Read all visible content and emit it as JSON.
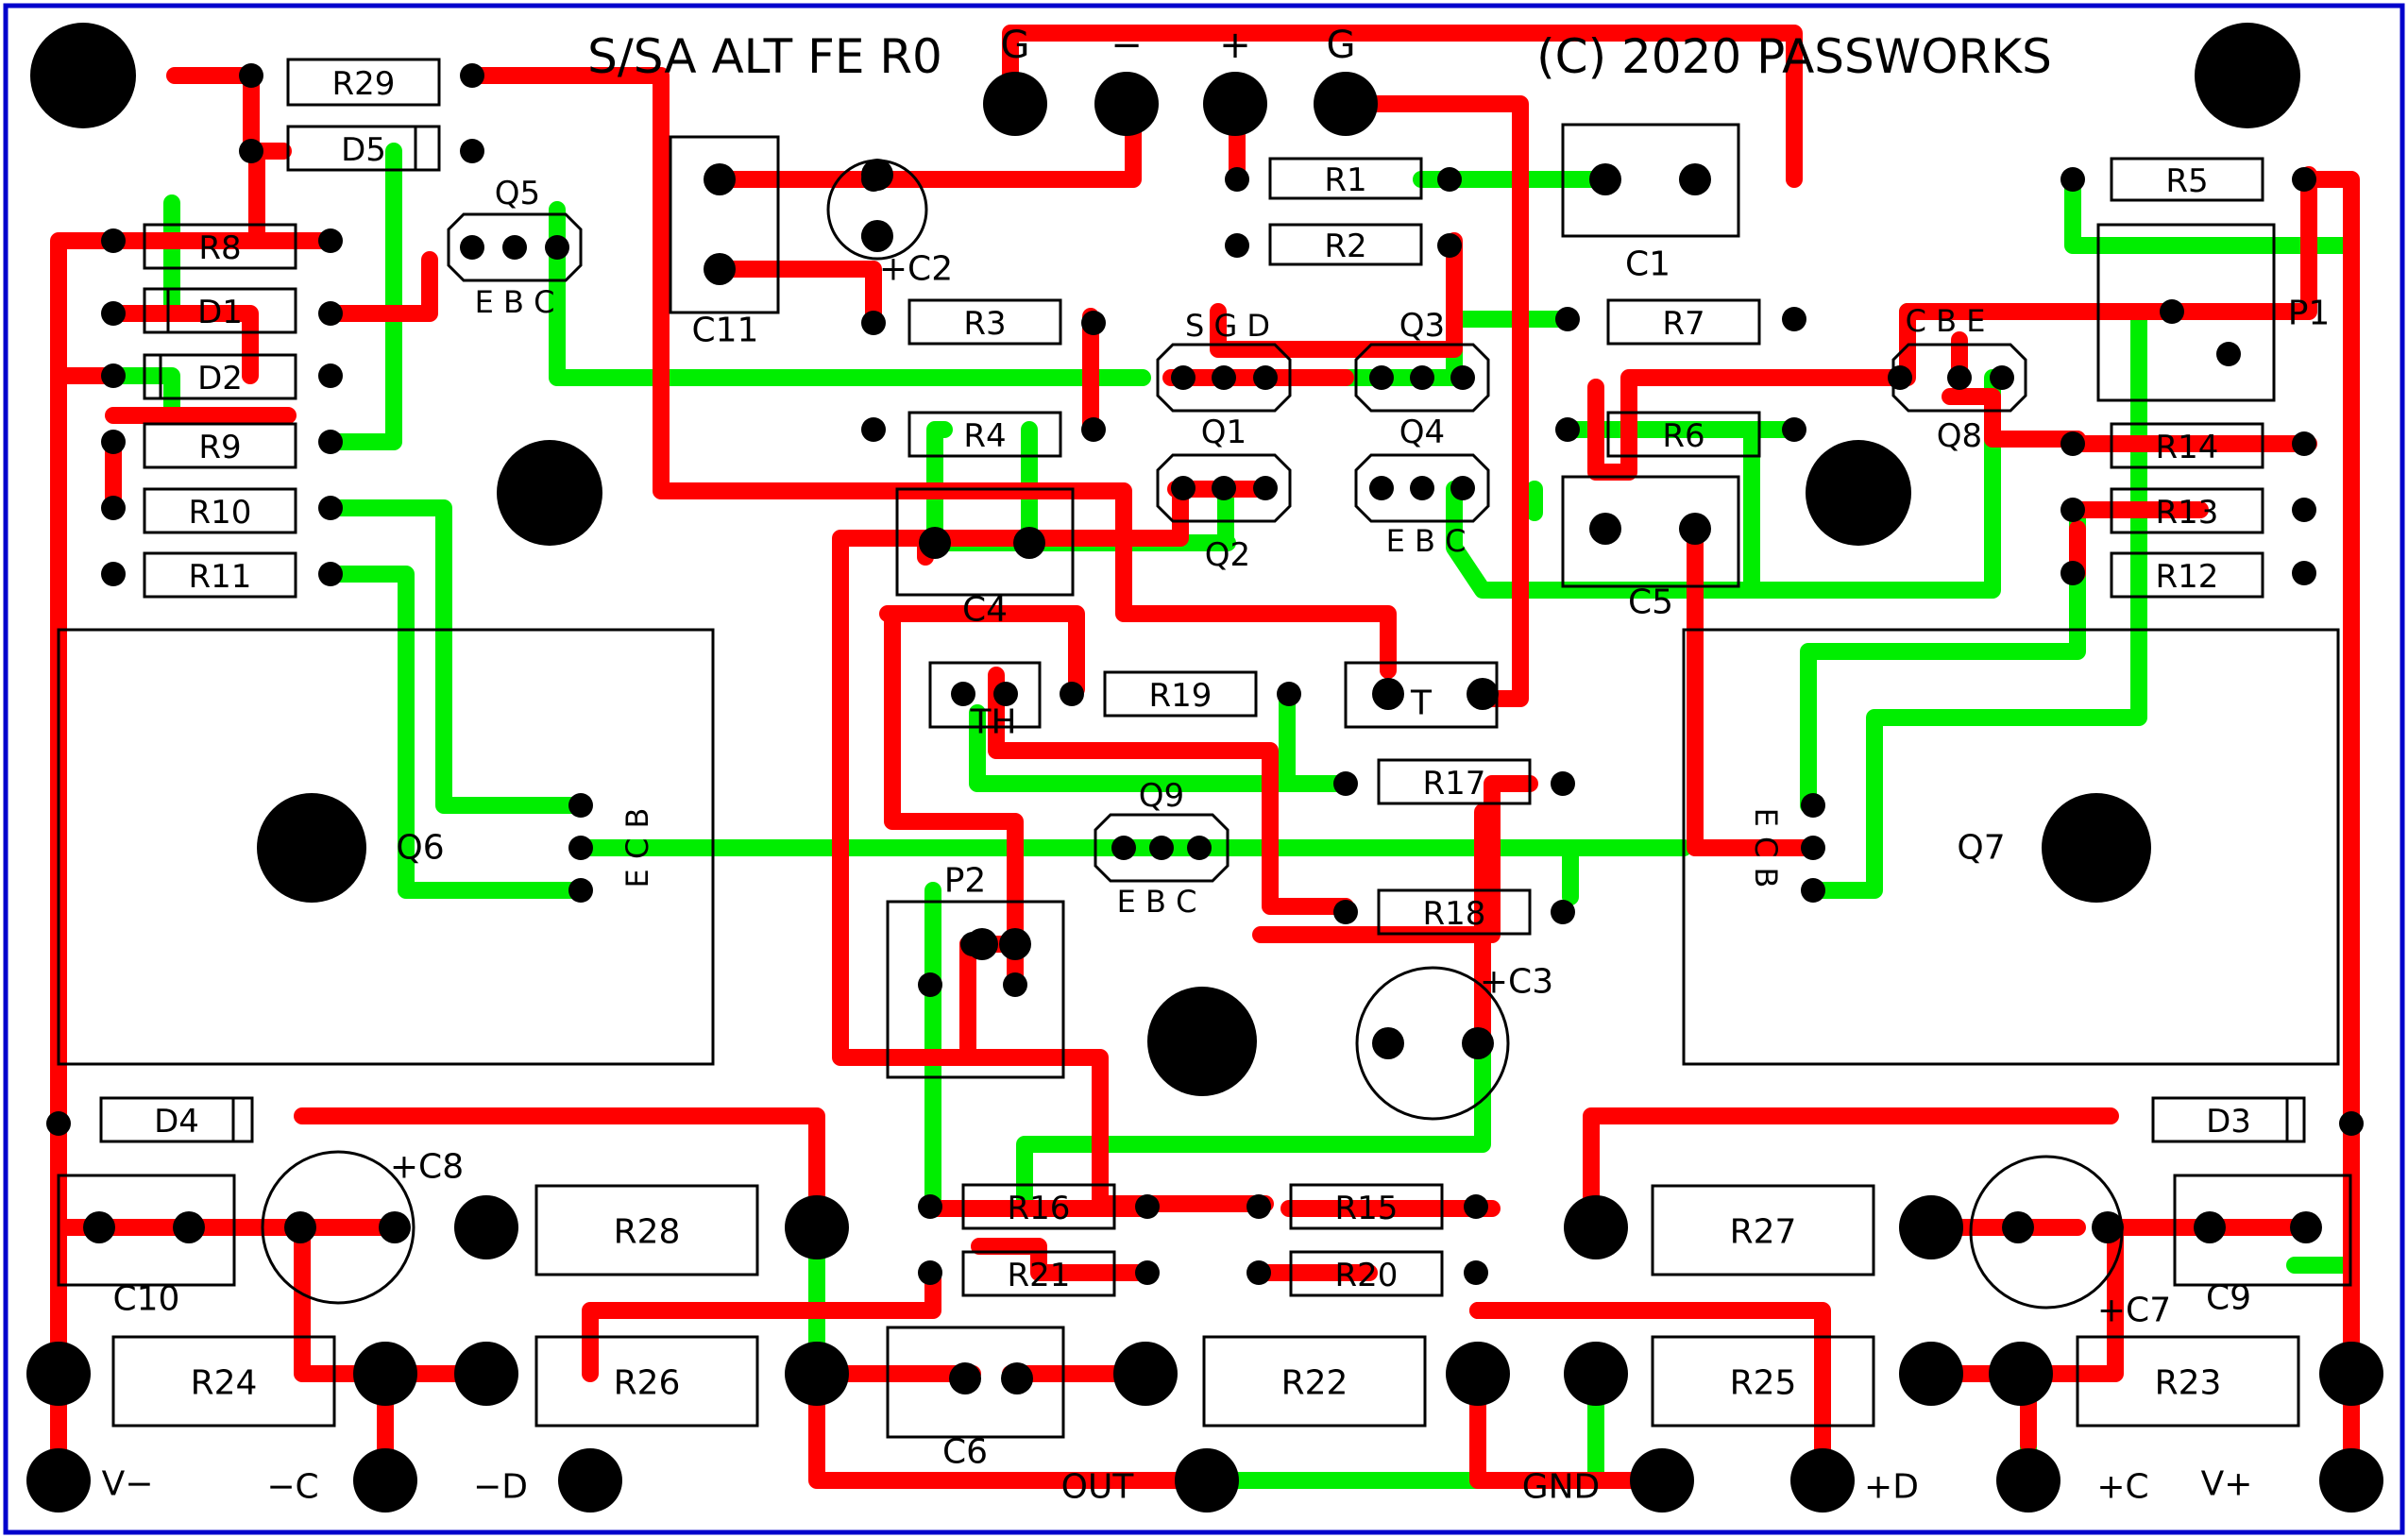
{
  "board": {
    "title": "S/SA ALT FE R0",
    "copyright": "(C) 2020 PASSWORKS",
    "colors": {
      "top": "#ff0000",
      "bottom": "#00ee00",
      "border": "#0000cc",
      "outline": "#000000"
    }
  },
  "power_labels": [
    "G",
    "−",
    "+",
    "G"
  ],
  "resistors": [
    "R29",
    "R1",
    "R2",
    "R3",
    "R4",
    "R5",
    "R6",
    "R7",
    "R8",
    "R9",
    "R10",
    "R11",
    "R12",
    "R13",
    "R14",
    "R15",
    "R16",
    "R17",
    "R18",
    "R19",
    "R20",
    "R21",
    "R22",
    "R23",
    "R24",
    "R25",
    "R26",
    "R27",
    "R28"
  ],
  "diodes": [
    "D5",
    "D1",
    "D2",
    "D4",
    "D3"
  ],
  "capacitors": [
    "C1",
    "C4",
    "C5",
    "C6",
    "C9",
    "C10",
    "C11",
    "+C2",
    "+C3",
    "+C7",
    "+C8"
  ],
  "trimmers": [
    "P1",
    "P2"
  ],
  "others": [
    "TH",
    "T"
  ],
  "transistors": [
    "Q1",
    "Q2",
    "Q3",
    "Q4",
    "Q5",
    "Q6",
    "Q7",
    "Q8",
    "Q9"
  ],
  "pin_labels": {
    "sgd": "S G D",
    "ebc": "E B C",
    "cbe": "C B E",
    "ecb": "E C B",
    "eb_c": "E B C"
  },
  "terminals": [
    "V−",
    "−C",
    "−D",
    "OUT",
    "GND",
    "+D",
    "+C",
    "V+"
  ]
}
